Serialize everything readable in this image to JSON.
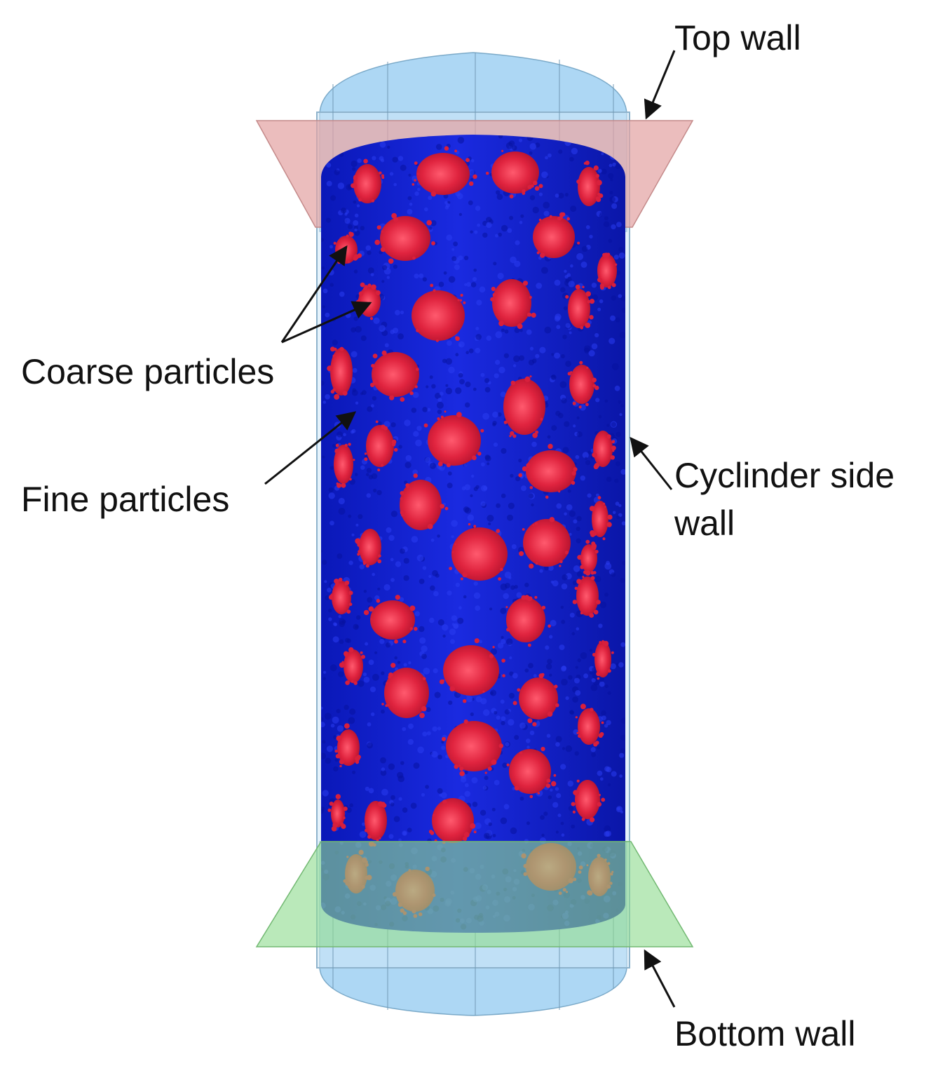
{
  "labels": {
    "top_wall": "Top wall",
    "coarse_particles": "Coarse particles",
    "fine_particles": "Fine particles",
    "cylinder_side_wall_line1": "Cyclinder side",
    "cylinder_side_wall_line2": "wall",
    "bottom_wall": "Bottom wall"
  },
  "colors": {
    "fine_particles": "#1423d6",
    "coarse_particles": "#e0243f",
    "top_wall": "#e3a3a3",
    "bottom_wall": "#8fdc8f",
    "cylinder_side_wall": "#9fd0f2",
    "arrow": "#111111"
  }
}
